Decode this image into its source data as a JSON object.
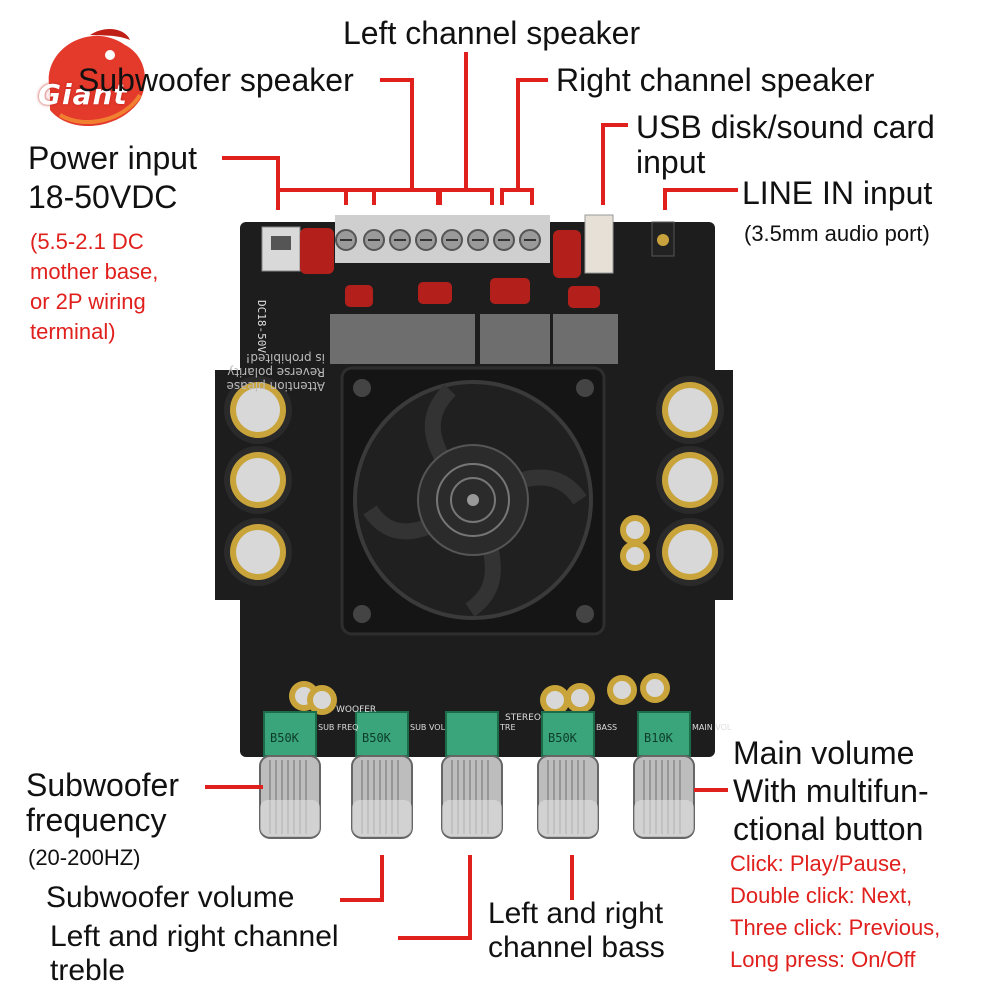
{
  "brand": {
    "logo_text": "Giant"
  },
  "colors": {
    "leader": "#e0201d",
    "board": "#1d1d1d",
    "capacitor": "#b3201c",
    "note_text": "#e0201d"
  },
  "labels": {
    "left_channel": "Left channel speaker",
    "subwoofer_speaker": "Subwoofer speaker",
    "right_channel": "Right channel speaker",
    "usb_line1": "USB disk/sound card",
    "usb_line2": "input",
    "line_in": "LINE IN input",
    "line_in_sub": "(3.5mm audio port)",
    "power_line1": "Power input",
    "power_line2": "18-50VDC",
    "power_note1": "(5.5-2.1 DC",
    "power_note2": "mother base,",
    "power_note3": "or 2P wiring",
    "power_note4": "terminal)",
    "sub_freq_line1": "Subwoofer",
    "sub_freq_line2": "frequency",
    "sub_freq_range": "(20-200HZ)",
    "sub_volume": "Subwoofer volume",
    "treble_line1": "Left and right channel",
    "treble_line2": "treble",
    "bass_line1": "Left and right",
    "bass_line2": "channel bass",
    "main_line1": "Main volume",
    "main_line2": "With multifun-",
    "main_line3": "ctional button",
    "click_1": "Click: Play/Pause,",
    "click_2": "Double click: Next,",
    "click_3": "Three click: Previous,",
    "click_4": "Long press: On/Off"
  },
  "board": {
    "pot_labels": [
      "B50K",
      "B50K",
      "",
      "B50K",
      "B10K"
    ],
    "silk_labels": [
      "SUB FREQ",
      "SUB VOL",
      "TRE",
      "BASS",
      "MAIN VOL"
    ],
    "power_silk": "DC18-50V",
    "stereo_silk": "STEREO",
    "woofer_silk": "WOOFER",
    "warning_1": "Attention please",
    "warning_2": "Reverse polarity",
    "warning_3": "is prohibited!"
  }
}
